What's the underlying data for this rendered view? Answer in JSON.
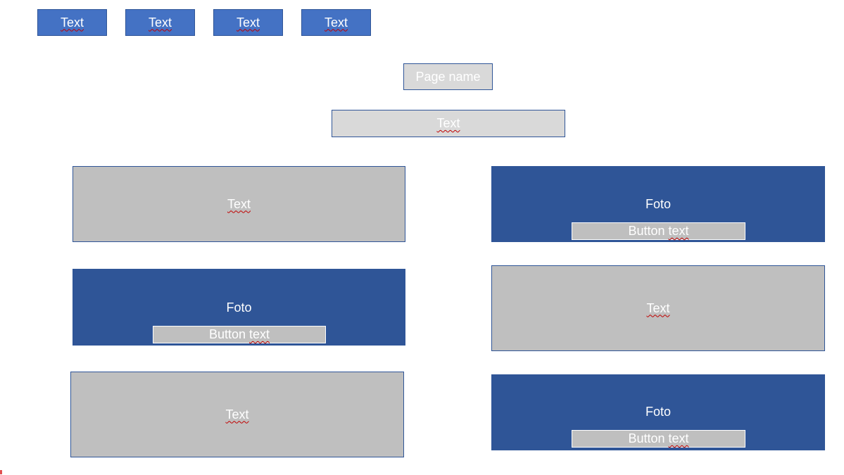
{
  "nav": {
    "items": [
      {
        "label": "Text"
      },
      {
        "label": "Text"
      },
      {
        "label": "Text"
      },
      {
        "label": "Text"
      }
    ]
  },
  "page_name": "Page name",
  "subtitle": "Text",
  "panels": {
    "left_top_text": "Text",
    "left_middle": {
      "label": "Foto",
      "button": "Button text"
    },
    "left_bottom_text": "Text",
    "right_top": {
      "label": "Foto",
      "button": "Button text"
    },
    "right_middle_text": "Text",
    "right_bottom": {
      "label": "Foto",
      "button": "Button text"
    }
  },
  "colors": {
    "nav_blue": "#4472C4",
    "dark_blue": "#2F5597",
    "gray": "#BFBFBF",
    "light_gray": "#D9D9D9"
  }
}
